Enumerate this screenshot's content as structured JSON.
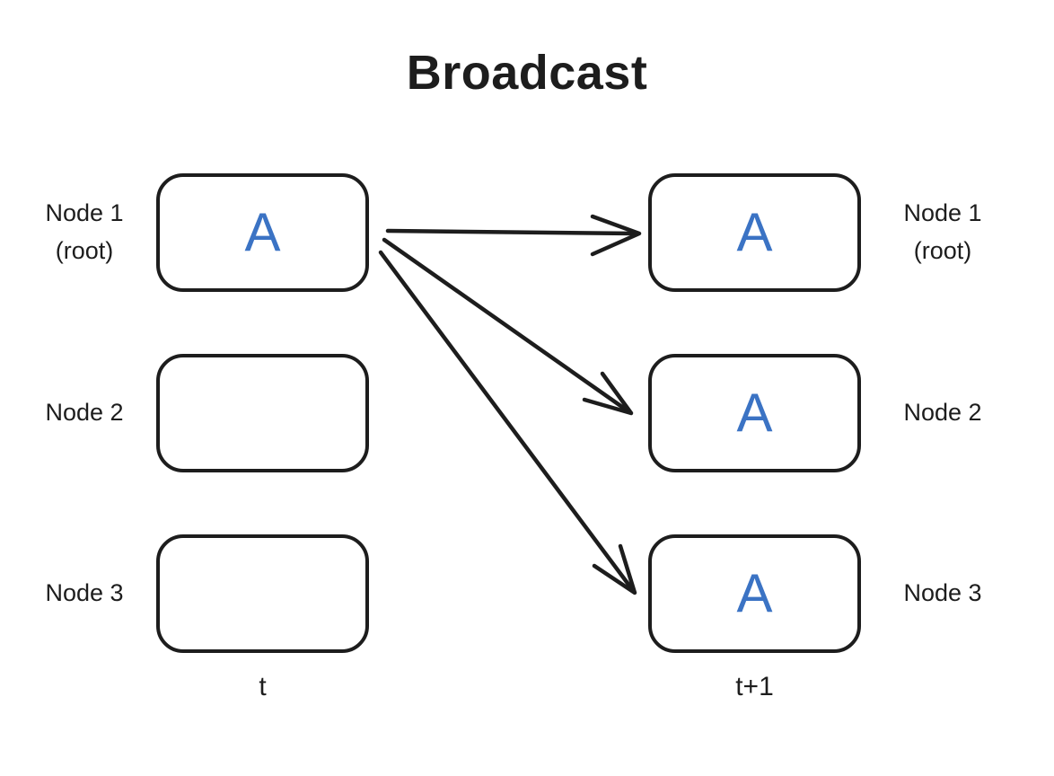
{
  "title": "Broadcast",
  "colors": {
    "ink": "#1d1d1d",
    "letter_blue": "#3b73c4",
    "background": "#ffffff"
  },
  "columns": {
    "t": {
      "time_label": "t",
      "nodes": [
        {
          "name": "Node 1",
          "sub": "(root)",
          "letter": "A"
        },
        {
          "name": "Node 2",
          "sub": "",
          "letter": ""
        },
        {
          "name": "Node 3",
          "sub": "",
          "letter": ""
        }
      ]
    },
    "t1": {
      "time_label": "t+1",
      "nodes": [
        {
          "name": "Node 1",
          "sub": "(root)",
          "letter": "A"
        },
        {
          "name": "Node 2",
          "sub": "",
          "letter": "A"
        },
        {
          "name": "Node 3",
          "sub": "",
          "letter": "A"
        }
      ]
    }
  },
  "arrows": [
    {
      "from": "node-1-root-t",
      "to": "node-1-root-t1"
    },
    {
      "from": "node-1-root-t",
      "to": "node-2-t1"
    },
    {
      "from": "node-1-root-t",
      "to": "node-3-t1"
    }
  ]
}
